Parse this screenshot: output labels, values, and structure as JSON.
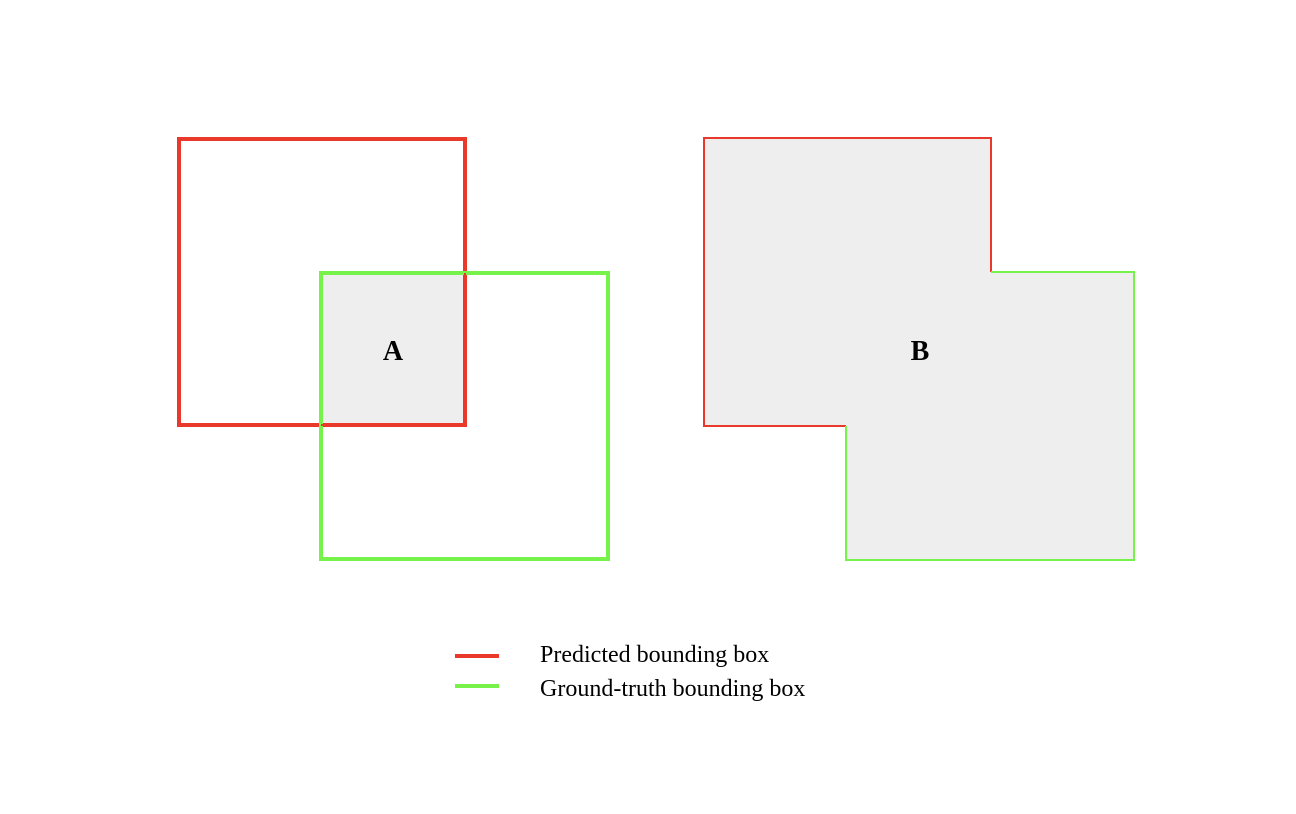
{
  "colors": {
    "predicted": "#e8392b",
    "ground_truth": "#77f24a",
    "region_fill": "#eeeeee",
    "background": "#ffffff"
  },
  "panels": {
    "intersection": {
      "label": "A"
    },
    "union": {
      "label": "B"
    }
  },
  "legend": {
    "items": [
      {
        "label": "Predicted bounding box",
        "color": "#e8392b"
      },
      {
        "label": "Ground-truth bounding box",
        "color": "#77f24a"
      }
    ]
  }
}
